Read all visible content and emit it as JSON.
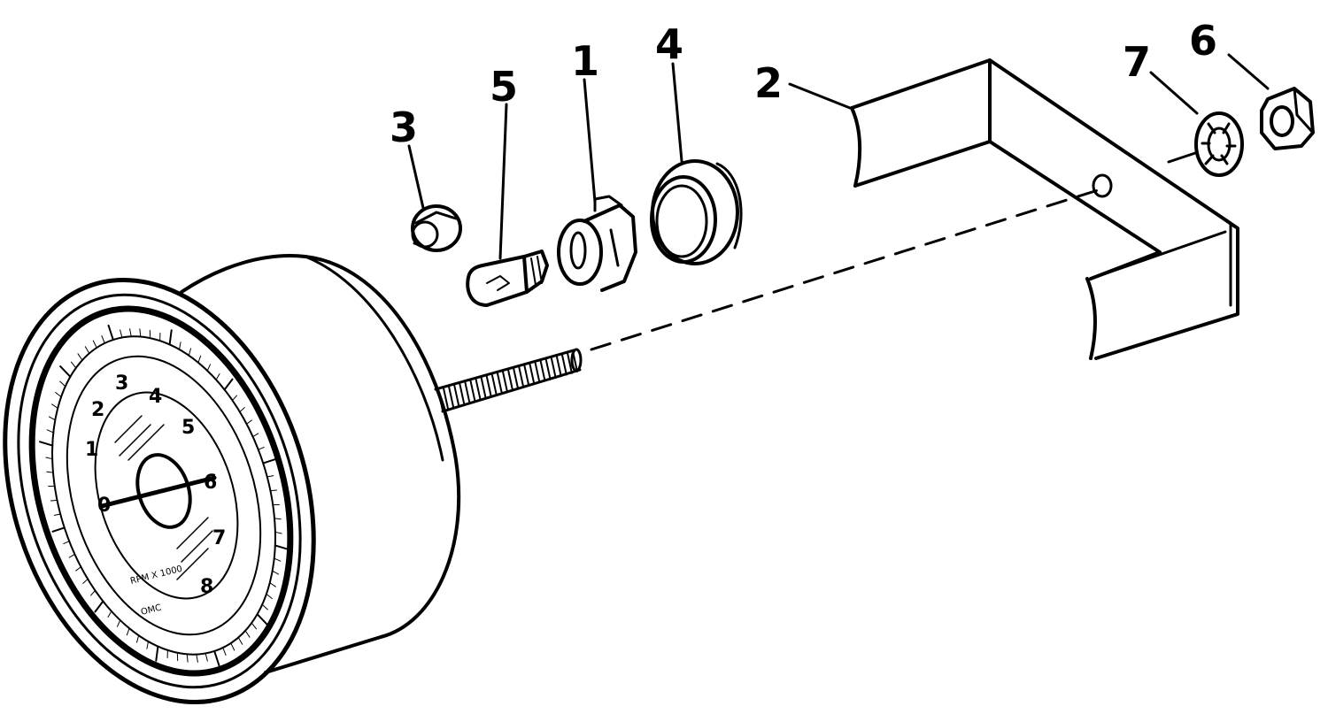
{
  "callouts": [
    {
      "id": "1",
      "label": "1"
    },
    {
      "id": "2",
      "label": "2"
    },
    {
      "id": "3",
      "label": "3"
    },
    {
      "id": "4",
      "label": "4"
    },
    {
      "id": "5",
      "label": "5"
    },
    {
      "id": "6",
      "label": "6"
    },
    {
      "id": "7",
      "label": "7"
    }
  ],
  "dial": {
    "numbers": [
      "0",
      "1",
      "2",
      "3",
      "4",
      "5",
      "6",
      "7",
      "8"
    ],
    "scale_text": "RPM X 1000",
    "brand_text": "OMC"
  },
  "colors": {
    "ink": "#000000",
    "background": "#ffffff"
  }
}
